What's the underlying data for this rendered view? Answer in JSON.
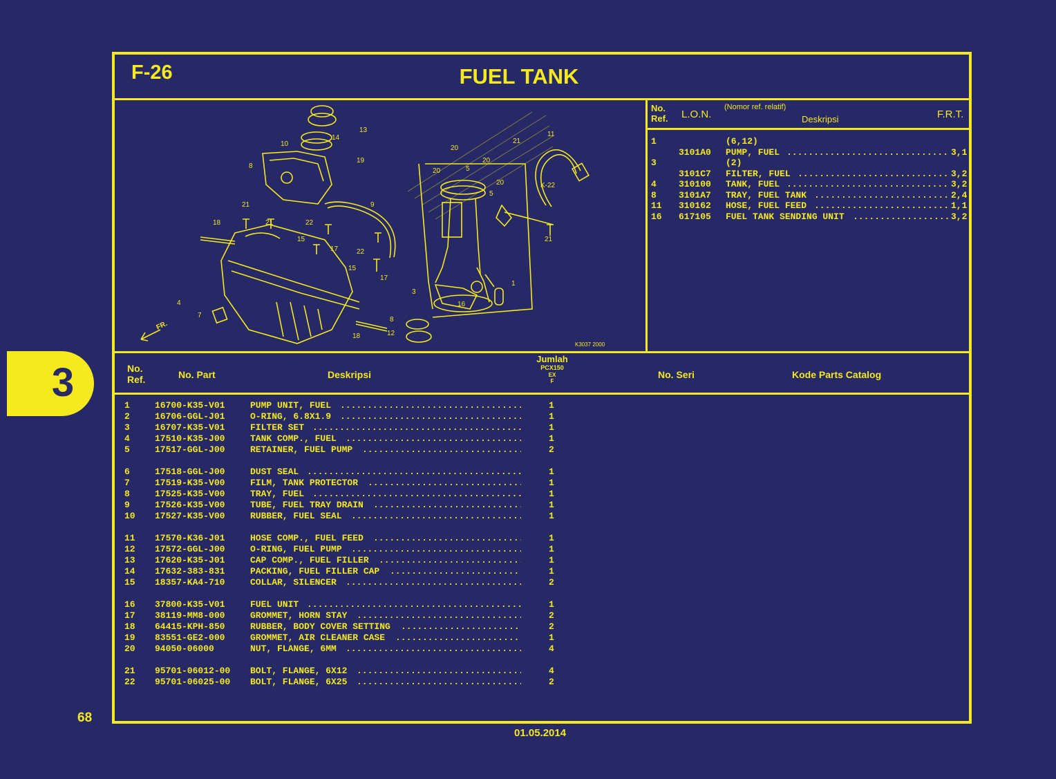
{
  "page": {
    "number": "68",
    "date": "01.05.2014",
    "chapter": "3"
  },
  "header": {
    "code": "F-26",
    "title": "FUEL TANK"
  },
  "diagram": {
    "code": "K3037 2000",
    "arrow_label": "FR."
  },
  "lon_table": {
    "col_ref_1": "No.",
    "col_ref_2": "Ref.",
    "col_lon": "L.O.N.",
    "col_rel": "(Nomor ref. relatif)",
    "col_desc": "Deskripsi",
    "col_frt": "F.R.T.",
    "rows": [
      {
        "ref": "1",
        "lon": "",
        "desc": "(6,12)",
        "frt": ""
      },
      {
        "ref": "",
        "lon": "3101A0",
        "desc": "PUMP, FUEL",
        "frt": "3,1"
      },
      {
        "ref": "3",
        "lon": "",
        "desc": "(2)",
        "frt": ""
      },
      {
        "ref": "",
        "lon": "3101C7",
        "desc": "FILTER, FUEL",
        "frt": "3,2"
      },
      {
        "ref": "4",
        "lon": "310100",
        "desc": "TANK, FUEL",
        "frt": "3,2"
      },
      {
        "ref": "8",
        "lon": "3101A7",
        "desc": "TRAY, FUEL TANK",
        "frt": "2,4"
      },
      {
        "ref": "11",
        "lon": "310162",
        "desc": "HOSE, FUEL FEED",
        "frt": "1,1"
      },
      {
        "ref": "16",
        "lon": "617105",
        "desc": "FUEL TANK SENDING UNIT",
        "frt": "3,2"
      }
    ]
  },
  "parts_table": {
    "col_ref_1": "No.",
    "col_ref_2": "Ref.",
    "col_part": "No. Part",
    "col_desc": "Deskripsi",
    "col_qty": "Jumlah",
    "col_qty_model": "PCX150",
    "col_qty_sub1": "EX",
    "col_qty_sub2": "F",
    "col_serial": "No. Seri",
    "col_catalog": "Kode Parts Catalog",
    "rows": [
      {
        "ref": "1",
        "part": "16700-K35-V01",
        "desc": "PUMP UNIT, FUEL",
        "qty": "1"
      },
      {
        "ref": "2",
        "part": "16706-GGL-J01",
        "desc": "O-RING, 6.8X1.9",
        "qty": "1"
      },
      {
        "ref": "3",
        "part": "16707-K35-V01",
        "desc": "FILTER SET",
        "qty": "1"
      },
      {
        "ref": "4",
        "part": "17510-K35-J00",
        "desc": "TANK COMP., FUEL",
        "qty": "1"
      },
      {
        "ref": "5",
        "part": "17517-GGL-J00",
        "desc": "RETAINER, FUEL PUMP",
        "qty": "2"
      },
      {
        "ref": "6",
        "part": "17518-GGL-J00",
        "desc": "DUST SEAL",
        "qty": "1"
      },
      {
        "ref": "7",
        "part": "17519-K35-V00",
        "desc": "FILM, TANK PROTECTOR",
        "qty": "1"
      },
      {
        "ref": "8",
        "part": "17525-K35-V00",
        "desc": "TRAY, FUEL",
        "qty": "1"
      },
      {
        "ref": "9",
        "part": "17526-K35-V00",
        "desc": "TUBE, FUEL TRAY DRAIN",
        "qty": "1"
      },
      {
        "ref": "10",
        "part": "17527-K35-V00",
        "desc": "RUBBER, FUEL SEAL",
        "qty": "1"
      },
      {
        "ref": "11",
        "part": "17570-K36-J01",
        "desc": "HOSE COMP., FUEL FEED",
        "qty": "1"
      },
      {
        "ref": "12",
        "part": "17572-GGL-J00",
        "desc": "O-RING, FUEL PUMP",
        "qty": "1"
      },
      {
        "ref": "13",
        "part": "17620-K35-J01",
        "desc": "CAP COMP., FUEL FILLER",
        "qty": "1"
      },
      {
        "ref": "14",
        "part": "17632-383-831",
        "desc": "PACKING, FUEL FILLER CAP",
        "qty": "1"
      },
      {
        "ref": "15",
        "part": "18357-KA4-710",
        "desc": "COLLAR, SILENCER",
        "qty": "2"
      },
      {
        "ref": "16",
        "part": "37800-K35-V01",
        "desc": "FUEL UNIT",
        "qty": "1"
      },
      {
        "ref": "17",
        "part": "38119-MM8-000",
        "desc": "GROMMET, HORN STAY",
        "qty": "2"
      },
      {
        "ref": "18",
        "part": "64415-KPH-850",
        "desc": "RUBBER, BODY COVER SETTING",
        "qty": "2"
      },
      {
        "ref": "19",
        "part": "83551-GE2-000",
        "desc": "GROMMET, AIR CLEANER CASE",
        "qty": "1"
      },
      {
        "ref": "20",
        "part": "94050-06000",
        "desc": "NUT, FLANGE, 6MM",
        "qty": "4"
      },
      {
        "ref": "21",
        "part": "95701-06012-00",
        "desc": "BOLT, FLANGE, 6X12",
        "qty": "4"
      },
      {
        "ref": "22",
        "part": "95701-06025-00",
        "desc": "BOLT, FLANGE, 6X25",
        "qty": "2"
      }
    ]
  },
  "colors": {
    "background": "#262966",
    "accent": "#f4ea1f"
  }
}
